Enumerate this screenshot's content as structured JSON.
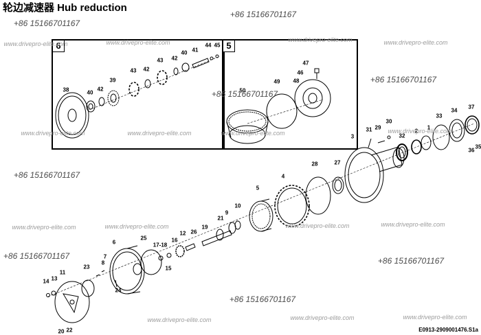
{
  "title": "轮边减速器  Hub reduction",
  "document_id": "E0913-2909001476.S1a",
  "boxes": [
    "6",
    "5"
  ],
  "watermark_text": "www.drivepro-elite.com",
  "phone_text": "+86 15166701167",
  "labels": [
    "1",
    "2",
    "3",
    "4",
    "5",
    "6",
    "7",
    "8",
    "9",
    "10",
    "11",
    "12",
    "13",
    "14",
    "15",
    "16",
    "17-18",
    "19",
    "20",
    "21",
    "22",
    "23",
    "24",
    "25",
    "26",
    "27",
    "28",
    "29",
    "30",
    "31",
    "32",
    "33",
    "34",
    "35",
    "36",
    "37",
    "38",
    "39",
    "40",
    "40",
    "41",
    "42",
    "42",
    "42",
    "43",
    "43",
    "44",
    "45",
    "46",
    "47",
    "48",
    "49",
    "50"
  ]
}
